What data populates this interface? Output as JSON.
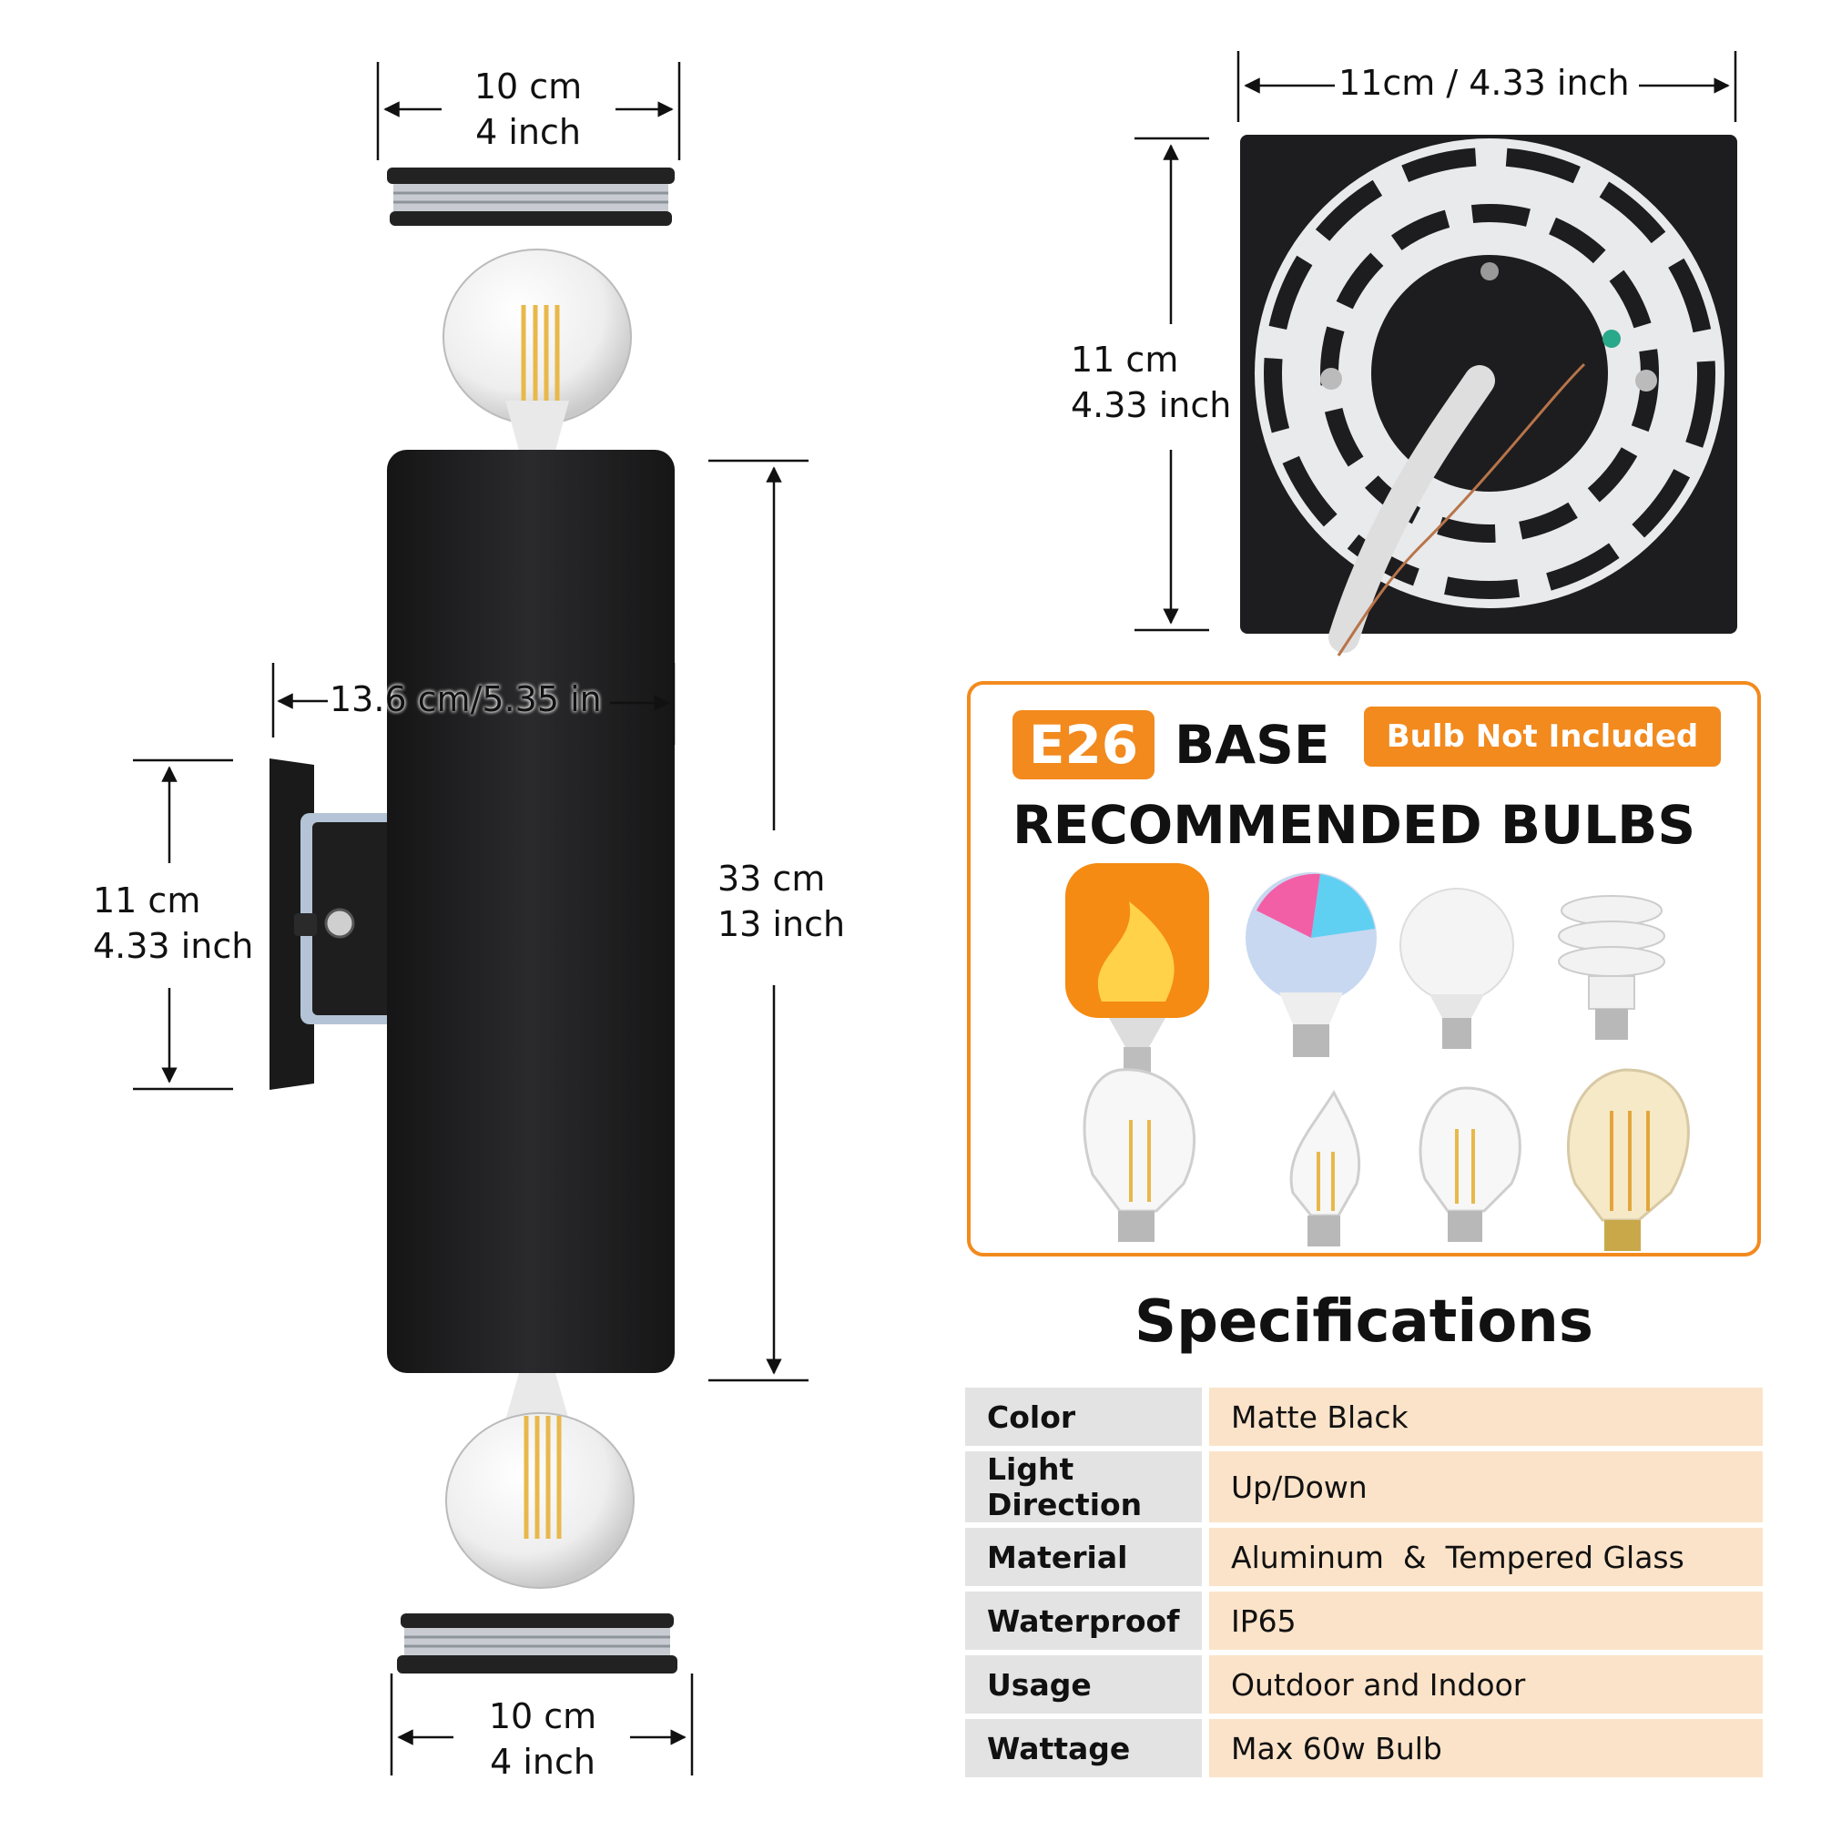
{
  "dimensions": {
    "top_cap": {
      "cm": "10 cm",
      "inch": "4 inch"
    },
    "bottom_cap": {
      "cm": "10 cm",
      "inch": "4 inch"
    },
    "depth": "13.6 cm/5.35 in",
    "height": {
      "cm": "33 cm",
      "inch": "13 inch"
    },
    "backplate_side": {
      "cm": "11 cm",
      "inch": "4.33 inch"
    },
    "mount_width": "11cm / 4.33 inch",
    "mount_height": {
      "cm": "11 cm",
      "inch": "4.33 inch"
    }
  },
  "bulb_panel": {
    "base_code": "E26",
    "base_label": "BASE",
    "badge": "Bulb Not Included",
    "title": "RECOMMENDED BULBS"
  },
  "specifications": {
    "title": "Specifications",
    "rows": [
      {
        "key": "Color",
        "value": "Matte Black"
      },
      {
        "key": "Light Direction",
        "value": "Up/Down"
      },
      {
        "key": "Material",
        "value": "Aluminum  &  Tempered Glass"
      },
      {
        "key": "Waterproof",
        "value": "IP65"
      },
      {
        "key": "Usage",
        "value": "Outdoor and Indoor"
      },
      {
        "key": "Wattage",
        "value": "Max 60w Bulb"
      }
    ]
  },
  "colors": {
    "accent": "#f28a1e",
    "fixture": "#1c1c1e",
    "spec_key_bg": "#e3e3e3",
    "spec_value_bg": "#fbe3c9"
  }
}
